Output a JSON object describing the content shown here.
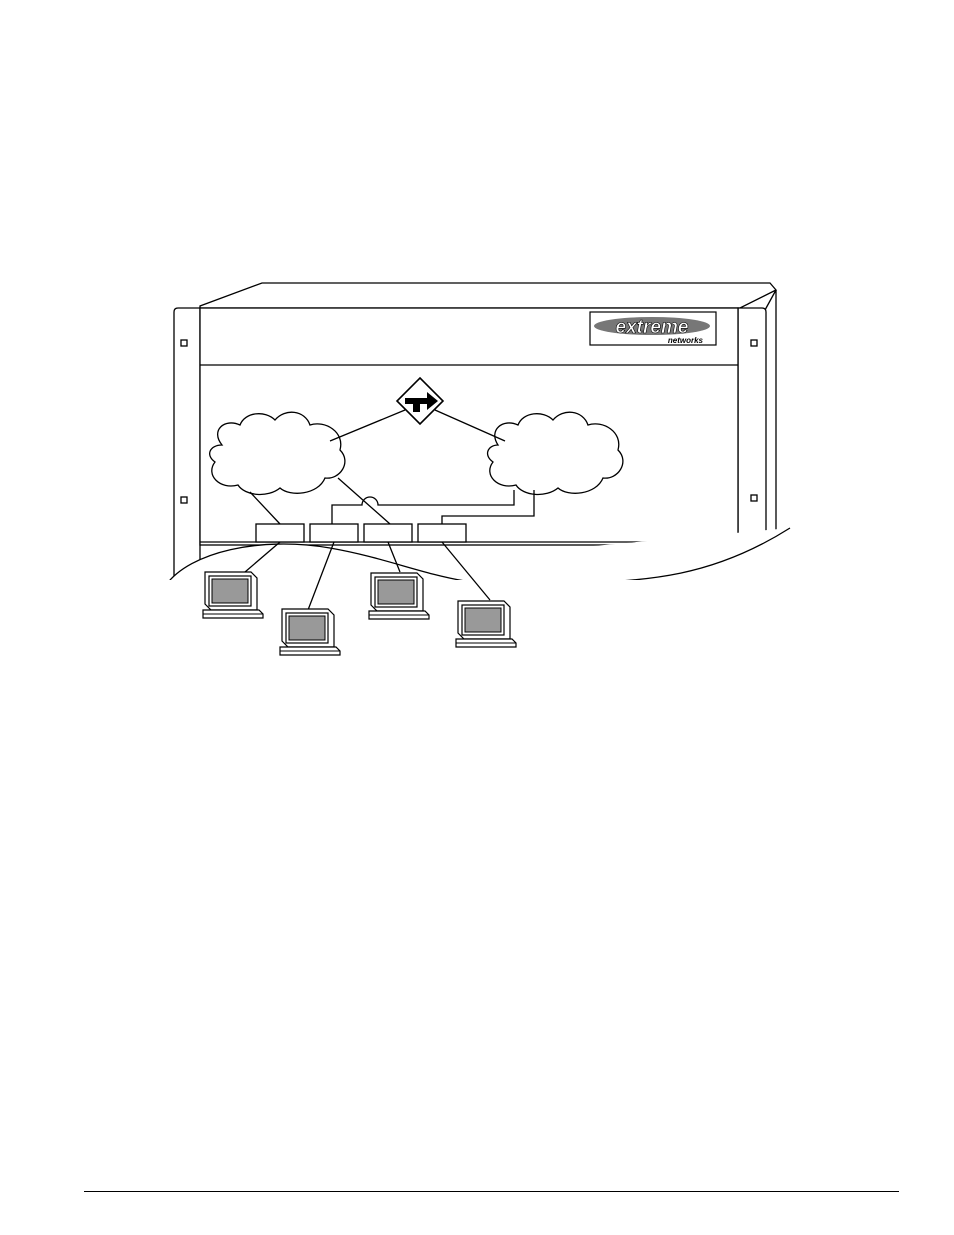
{
  "figure": {
    "logo": {
      "brand": "extreme",
      "sub": "networks"
    },
    "router_icon": "router-arrow-icon",
    "clouds": [
      "vlan-cloud-left",
      "vlan-cloud-right"
    ],
    "ports": 4,
    "workstations": 4
  },
  "colors": {
    "line": "#000000",
    "fill": "#ffffff",
    "screen": "#999999",
    "shade": "#cccccc"
  }
}
